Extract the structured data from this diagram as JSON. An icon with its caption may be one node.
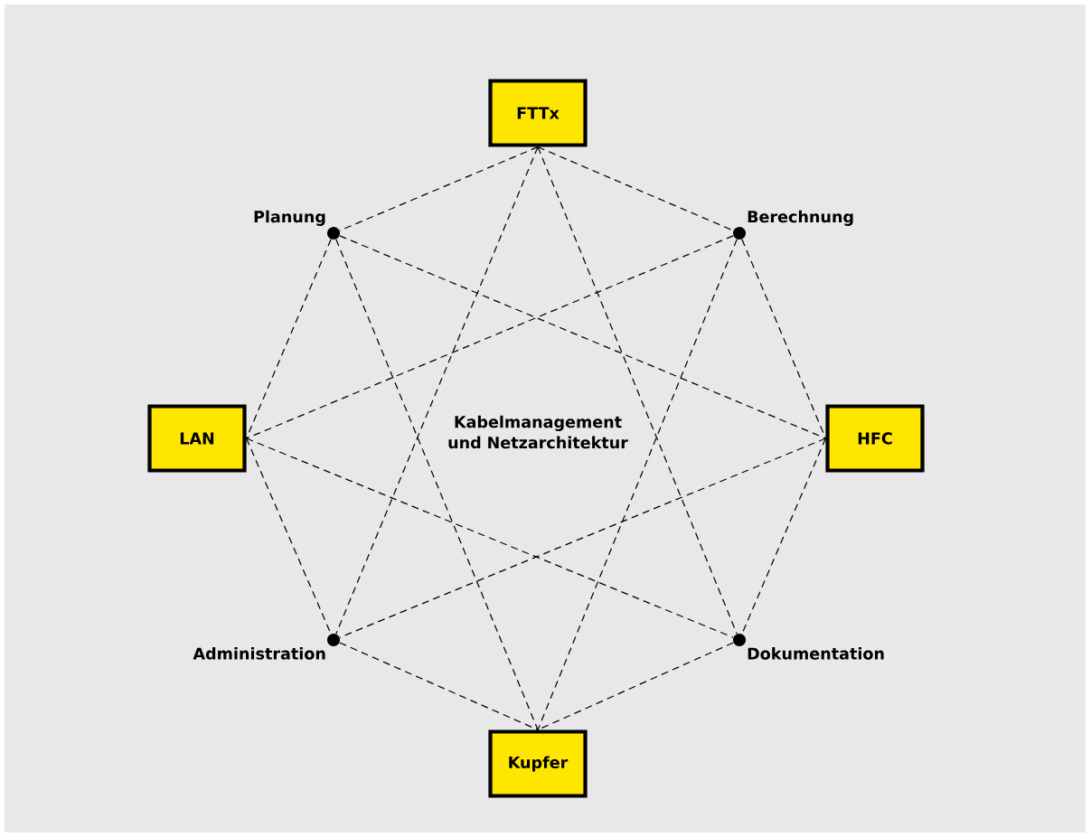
{
  "diagram": {
    "nodes": [
      {
        "text": [
          "FTTx"
        ]
      },
      {
        "text": [],
        "shape": "circle",
        "beside": [
          "Planung"
        ]
      },
      {
        "text": [],
        "shape": "circle",
        "beside": [
          "Berechnung"
        ]
      },
      {
        "text": [
          "LAN"
        ]
      },
      {
        "text": [
          "HFC"
        ]
      },
      {
        "text": [],
        "shape": "circle",
        "beside": [
          "Administration"
        ]
      },
      {
        "text": [],
        "shape": "circle",
        "beside": [
          "Dokumentation"
        ]
      },
      {
        "text": [
          "Kupfer"
        ]
      }
    ],
    "edges": [
      {
        "from": 0,
        "to": 1,
        "arrow": "none",
        "style": "dashed"
      },
      {
        "from": 0,
        "to": 2,
        "arrow": "none",
        "style": "dashed"
      },
      {
        "from": 1,
        "to": 3,
        "arrow": "none",
        "style": "dashed"
      },
      {
        "from": 2,
        "to": 4,
        "arrow": "none",
        "style": "dashed"
      },
      {
        "from": 3,
        "to": 5,
        "arrow": "none",
        "style": "dashed"
      },
      {
        "from": 4,
        "to": 6,
        "arrow": "none",
        "style": "dashed"
      },
      {
        "from": 5,
        "to": 7,
        "arrow": "none",
        "style": "dashed"
      },
      {
        "from": 6,
        "to": 7,
        "arrow": "none",
        "style": "dashed"
      },
      {
        "from": 0,
        "to": 5,
        "arrow": "none",
        "style": "dashed"
      },
      {
        "from": 0,
        "to": 6,
        "arrow": "none",
        "style": "dashed"
      },
      {
        "from": 1,
        "to": 4,
        "arrow": "none",
        "style": "dashed"
      },
      {
        "from": 1,
        "to": 7,
        "arrow": "none",
        "style": "dashed"
      },
      {
        "from": 2,
        "to": 3,
        "arrow": "none",
        "style": "dashed"
      },
      {
        "from": 2,
        "to": 7,
        "arrow": "none",
        "style": "dashed"
      },
      {
        "from": 3,
        "to": 6,
        "arrow": "none",
        "style": "dashed"
      },
      {
        "from": 4,
        "to": 5,
        "arrow": "none",
        "style": "dashed"
      }
    ],
    "labels": [
      "Kabelmanagement und Netzarchitektur"
    ]
  }
}
